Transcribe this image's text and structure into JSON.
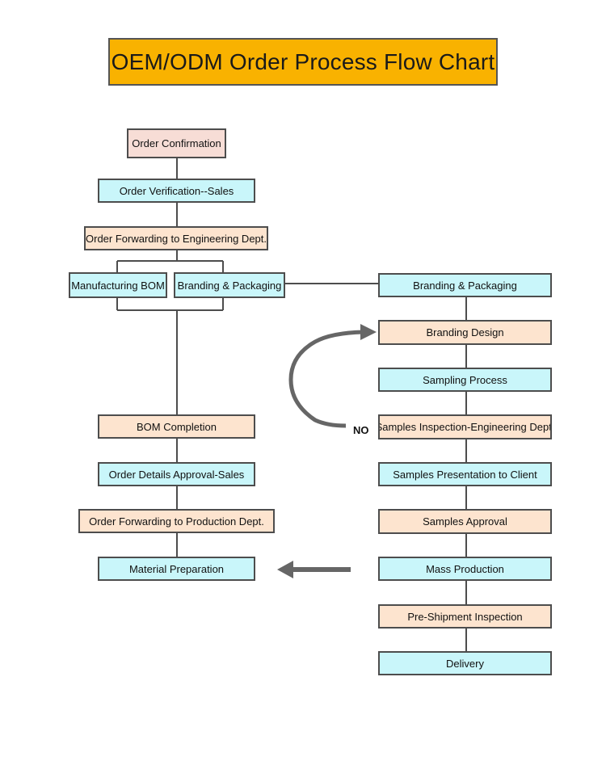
{
  "title": "OEM/ODM Order Process Flow Chart",
  "colors": {
    "title_bg": "#f9b200",
    "pink": "#f7ddd6",
    "cyan": "#c9f6fa",
    "peach": "#fde4cf",
    "line": "#4d4d4d",
    "arrow": "#666666"
  },
  "left_column": {
    "order_confirmation": "Order Confirmation",
    "order_verification": "Order Verification--Sales",
    "order_forwarding_engineering": "Order Forwarding to Engineering Dept.",
    "manufacturing_bom": "Manufacturing BOM",
    "branding_packaging": "Branding & Packaging",
    "bom_completion": "BOM Completion",
    "order_details_approval": "Order Details Approval-Sales",
    "order_forwarding_production": "Order Forwarding to Production Dept.",
    "material_preparation": "Material Preparation"
  },
  "right_column": {
    "branding_packaging": "Branding & Packaging",
    "branding_design": "Branding Design",
    "sampling_process": "Sampling Process",
    "samples_inspection": "Samples Inspection-Engineering Dept.",
    "samples_presentation": "Samples Presentation to Client",
    "samples_approval": "Samples Approval",
    "mass_production": "Mass Production",
    "pre_shipment_inspection": "Pre-Shipment Inspection",
    "delivery": "Delivery"
  },
  "loop_label": "NO"
}
